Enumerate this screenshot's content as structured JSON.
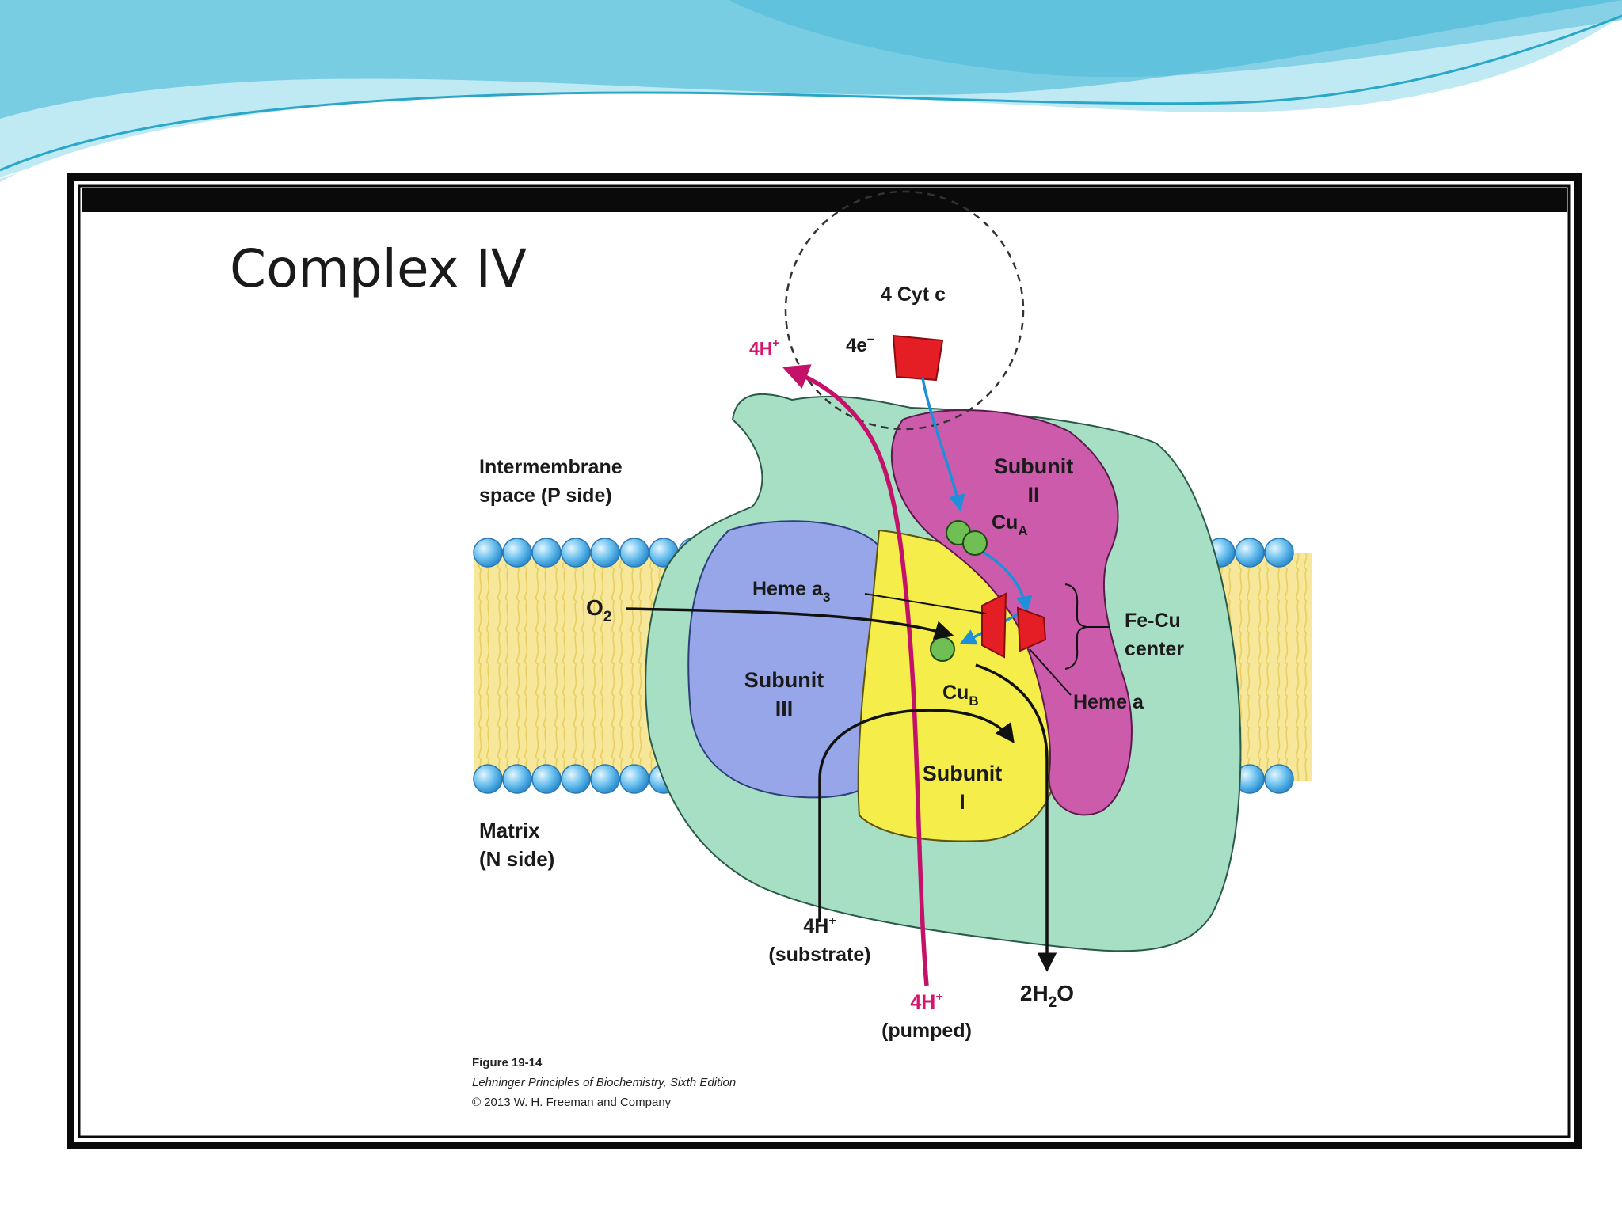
{
  "slide": {
    "title": "Complex IV",
    "theme_colors": {
      "wave_dark": "#3fb6d4",
      "wave_light": "#bfe9f3",
      "frame": "#0a0a0a"
    }
  },
  "diagram": {
    "cyt_label": "4 Cyt c",
    "electrons": "4e",
    "electrons_sup": "−",
    "h_top_main": "4H",
    "h_top_sup": "+",
    "intermembrane_line1": "Intermembrane",
    "intermembrane_line2": "space (P side)",
    "matrix_line1": "Matrix",
    "matrix_line2": "(N side)",
    "subunit2_line1": "Subunit",
    "subunit2_line2": "II",
    "subunit3_line1": "Subunit",
    "subunit3_line2": "III",
    "subunit1_line1": "Subunit",
    "subunit1_line2": "I",
    "cua_main": "Cu",
    "cua_sub": "A",
    "cub_main": "Cu",
    "cub_sub": "B",
    "heme_a3_main": "Heme a",
    "heme_a3_sub": "3",
    "heme_a": "Heme a",
    "o2_main": "O",
    "o2_sub": "2",
    "fecu_line1": "Fe-Cu",
    "fecu_line2": "center",
    "substrate_h_main": "4H",
    "substrate_h_sup": "+",
    "substrate_label": "(substrate)",
    "pumped_h_main": "4H",
    "pumped_h_sup": "+",
    "pumped_label": "(pumped)",
    "water_pre": "2H",
    "water_sub": "2",
    "water_post": "O"
  },
  "caption": {
    "line1": "Figure 19-14",
    "line2": "Lehninger Principles of Biochemistry, Sixth Edition",
    "line3": "© 2013 W. H. Freeman and Company"
  }
}
